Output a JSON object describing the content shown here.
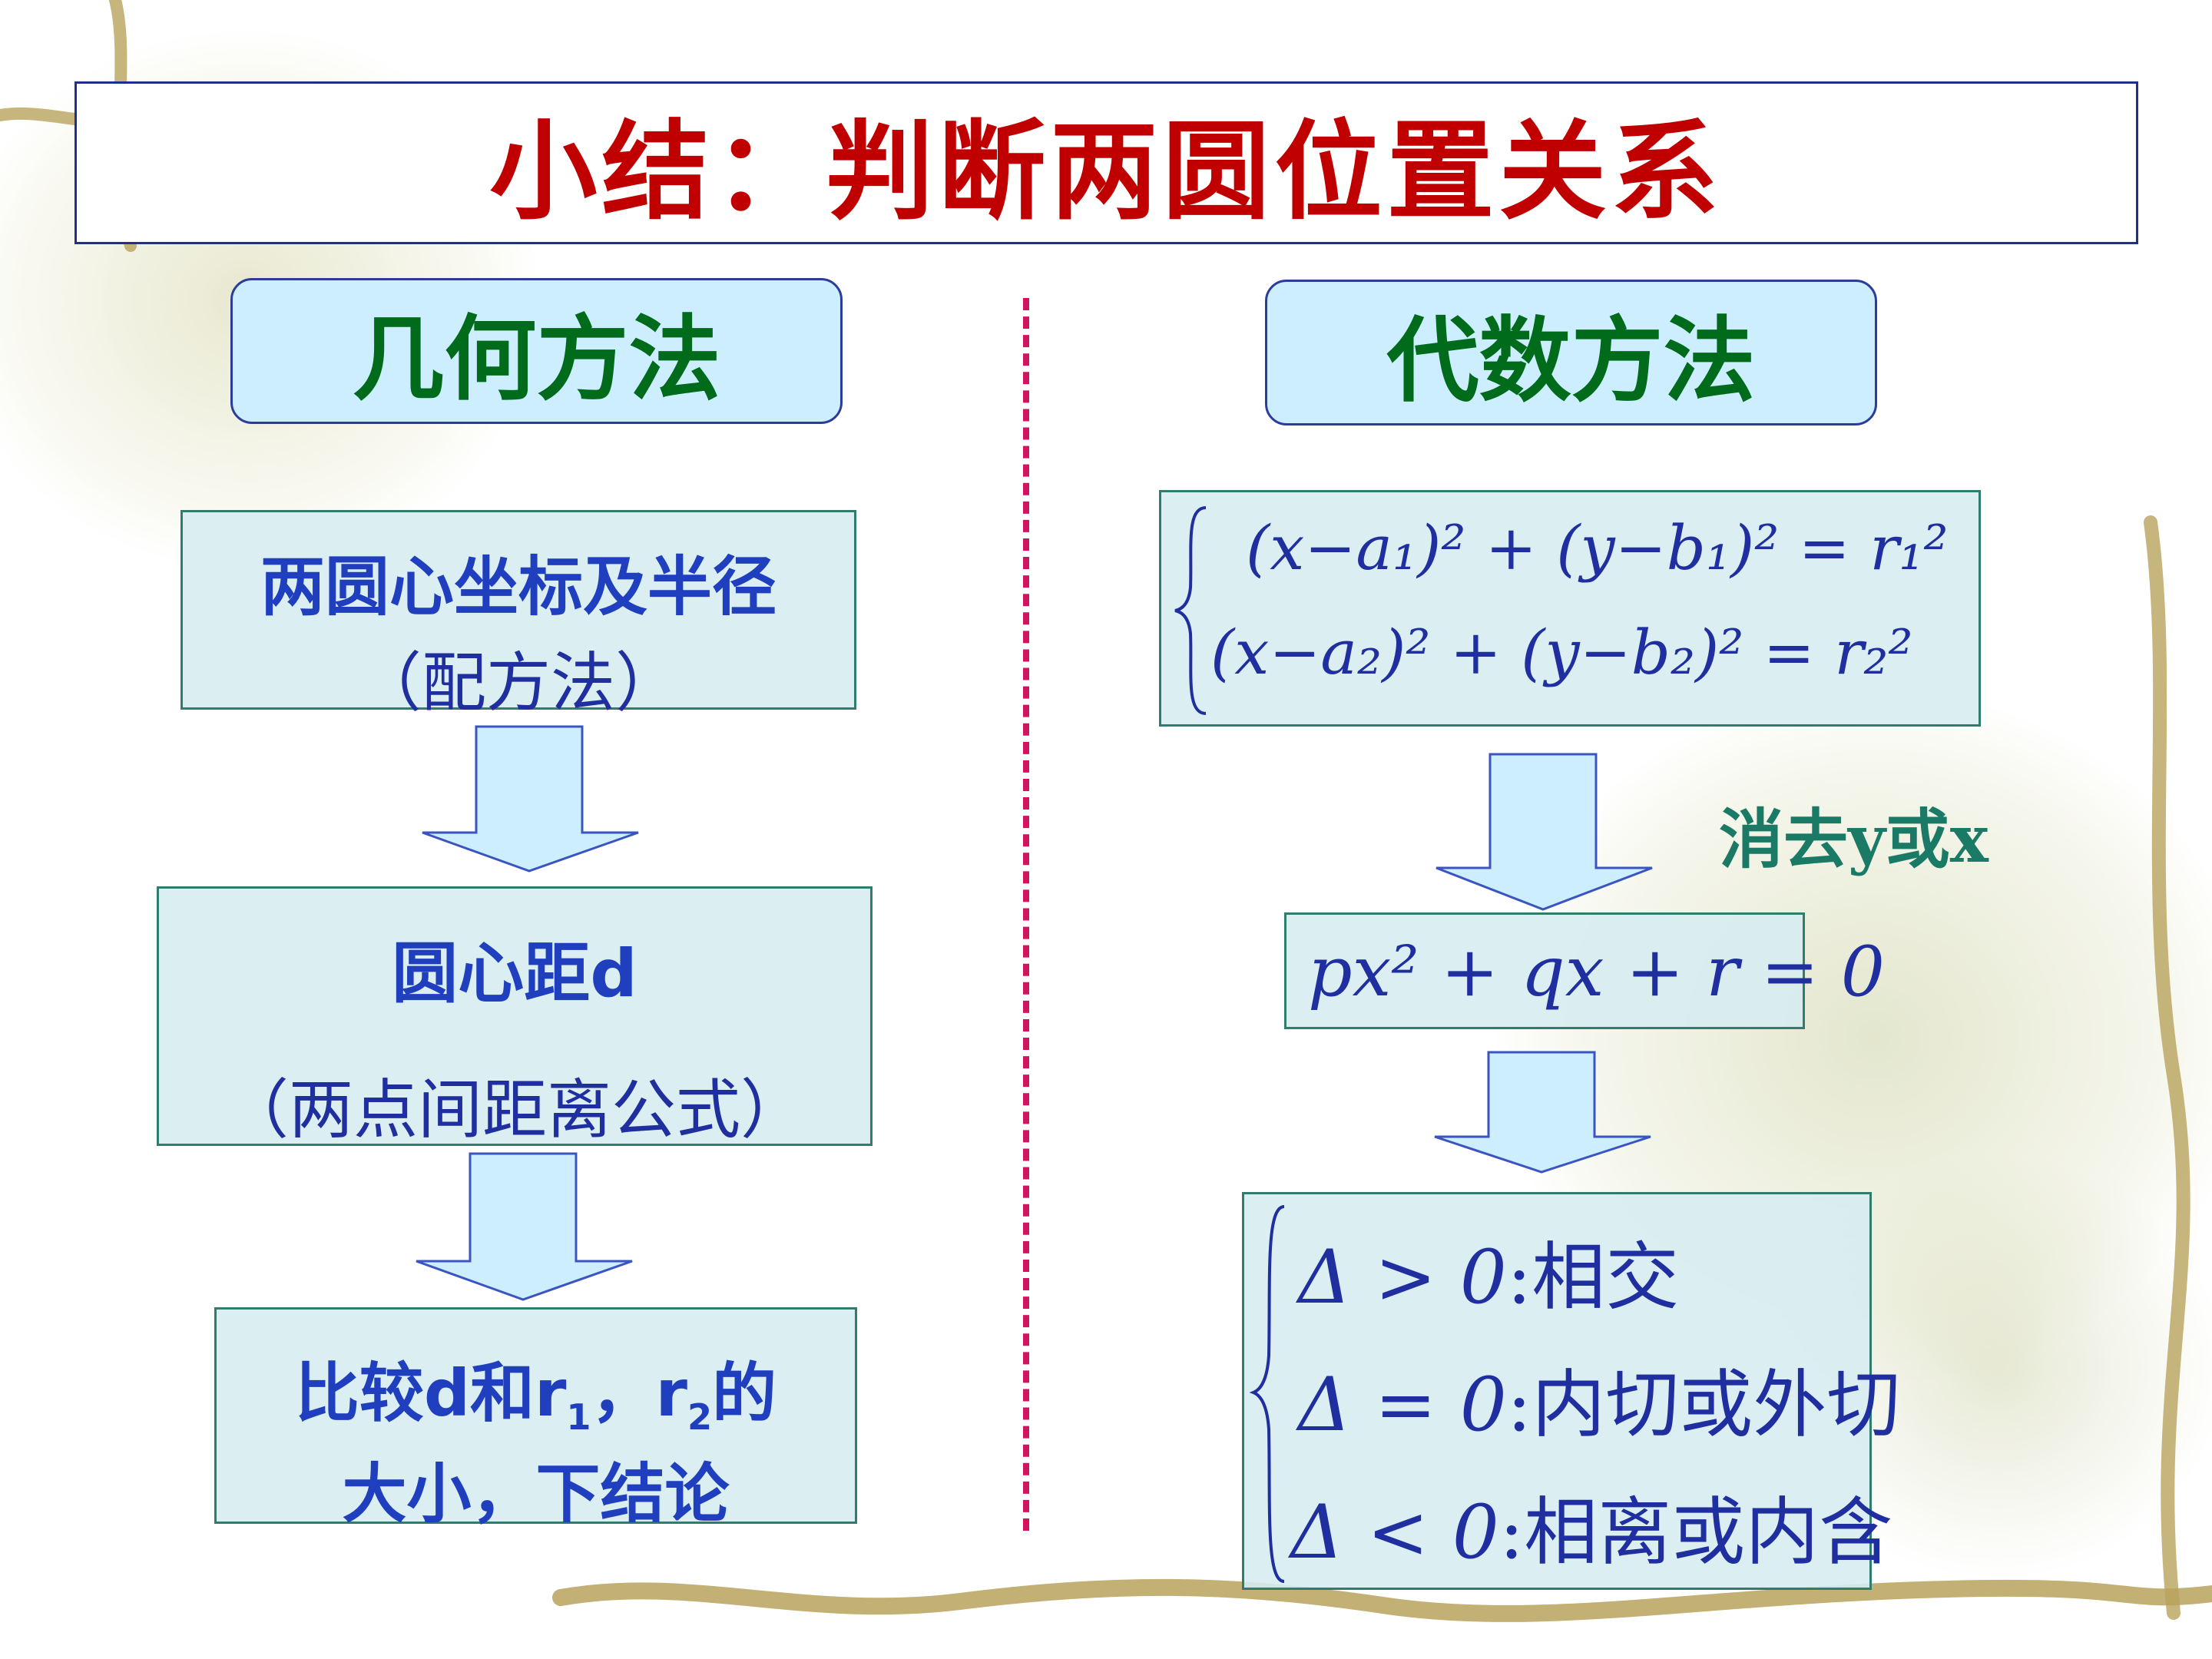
{
  "title": "小结：判断两圆位置关系",
  "geometric": {
    "header": "几何方法",
    "step1_line1": "两圆心坐标及半径",
    "step1_line2": "（配方法）",
    "step2_line1": "圆心距d",
    "step2_line2": "（两点间距离公式）",
    "step3_line1_a": "比较d和r",
    "step3_line1_sub1": "1",
    "step3_line1_b": "，r",
    "step3_line1_sub2": "2",
    "step3_line1_c": "的",
    "step3_line2": "大小，下结论"
  },
  "algebraic": {
    "header": "代数方法",
    "eliminate_note": "消去y或x",
    "eq1": "(x−a₁)² + (y−b₁)² = r₁²",
    "eq2": "(x−a₂)² + (y−b₂)² = r₂²",
    "quadratic": "px² + qx + r = 0",
    "case1_math": "Δ > 0",
    "case1_text": ":相交",
    "case2_math": "Δ = 0",
    "case2_text": ":内切或外切",
    "case3_math": "Δ < 0",
    "case3_text": ":相离或内含"
  },
  "colors": {
    "title": "#c00000",
    "method_header_text": "#006b1a",
    "method_header_bg": "#cceeff",
    "step_text": "#1f3fbf",
    "divider": "#d0155e",
    "note": "#1a7a66"
  }
}
